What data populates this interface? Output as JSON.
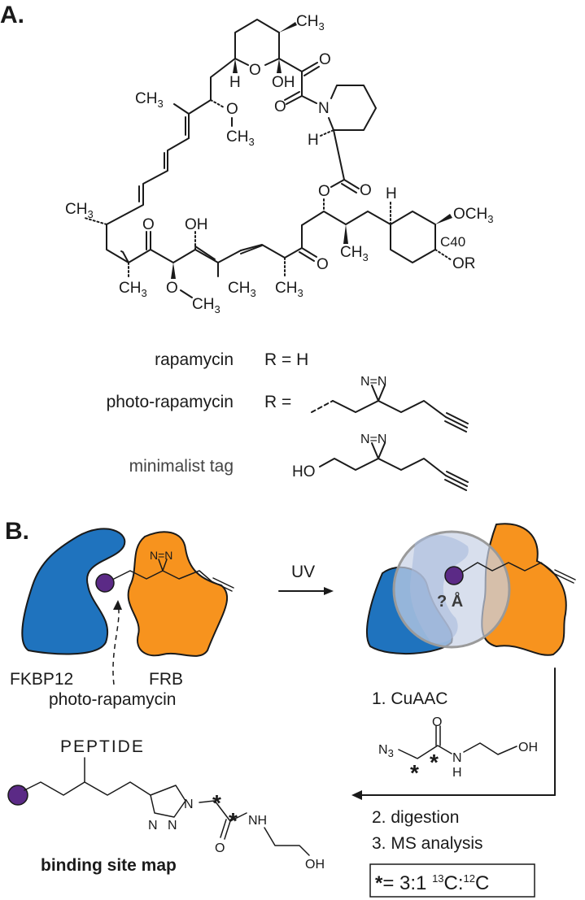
{
  "panels": {
    "a_label": "A.",
    "b_label": "B."
  },
  "structure": {
    "atoms": {
      "ch3": "CH",
      "three": "3",
      "o": "O",
      "oh": "OH",
      "h": "H",
      "n": "N",
      "och3": "OCH",
      "c40": "C40",
      "or": "OR",
      "ho": "HO",
      "nn": "N=N",
      "n3": "N",
      "nh": "NH",
      "ring_n": "N"
    }
  },
  "r_groups": {
    "rows": [
      {
        "name": "rapamycin",
        "r": "R = H"
      },
      {
        "name": "photo-rapamycin",
        "r": "R ="
      },
      {
        "name": "minimalist tag",
        "r": ""
      }
    ]
  },
  "scheme": {
    "fkbp_label": "FKBP12",
    "frb_label": "FRB",
    "ligand_label": "photo-rapamycin",
    "uv_label": "UV",
    "distance_label": "? Å",
    "step1": "1. CuAAC",
    "step2": "2. digestion",
    "step3": "3. MS analysis",
    "peptide_label": "PEPTIDE",
    "result_label": "binding site map",
    "isotope_note": {
      "star": "*",
      "text": "= 3:1 ",
      "c13_sup": "13",
      "c13": "C:",
      "c12_sup": "12",
      "c12": "C"
    },
    "star": "*"
  },
  "colors": {
    "fkbp": "#1f73be",
    "frb": "#f7931e",
    "ligand": "#5b2a86",
    "overlay": "#c8d2e6"
  }
}
